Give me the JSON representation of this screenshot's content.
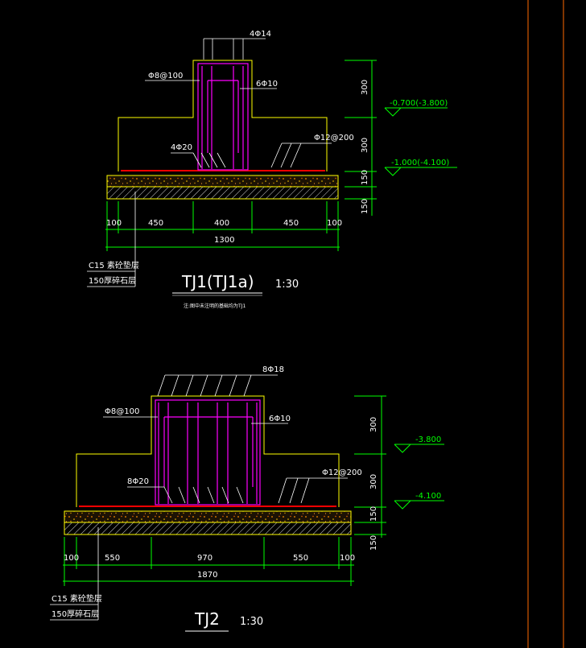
{
  "colors": {
    "background": "#000000",
    "concrete_outline": "#ffff00",
    "rebar": "#ff00ff",
    "dimension": "#00ff00",
    "text": "#ffffff",
    "bottom_bar": "#ff0000",
    "sheet_border": "#ff6a00"
  },
  "tj1": {
    "label_4d14": "4Φ14",
    "label_stirrup": "Φ8@100",
    "label_6d10": "6Φ10",
    "label_4d20": "4Φ20",
    "label_d12": "Φ12@200",
    "elev_top": "300",
    "elev_mid": "300",
    "elev_pad": "150",
    "elev_base": "150",
    "level_1": "-0.700(-3.800)",
    "level_2": "-1.000(-4.100)",
    "dim_1": "100",
    "dim_2": "450",
    "dim_3": "400",
    "dim_4": "450",
    "dim_5": "100",
    "dim_total": "1300",
    "note_c15": "C15 素砼垫层",
    "note_150": "150厚碎石层",
    "title": "TJ1(TJ1a)",
    "scale": "1:30",
    "subnote": "注:图中未注明的基础均为TJ1"
  },
  "tj2": {
    "label_8d18": "8Φ18",
    "label_stirrup": "Φ8@100",
    "label_6d10": "6Φ10",
    "label_8d20": "8Φ20",
    "label_d12": "Φ12@200",
    "elev_top": "300",
    "elev_mid": "300",
    "elev_pad": "150",
    "elev_base": "150",
    "level_1": "-3.800",
    "level_2": "-4.100",
    "dim_1": "100",
    "dim_2": "550",
    "dim_3": "970",
    "dim_4": "550",
    "dim_5": "100",
    "dim_total": "1870",
    "note_c15": "C15 素砼垫层",
    "note_150": "150厚碎石层",
    "title": "TJ2",
    "scale": "1:30"
  }
}
